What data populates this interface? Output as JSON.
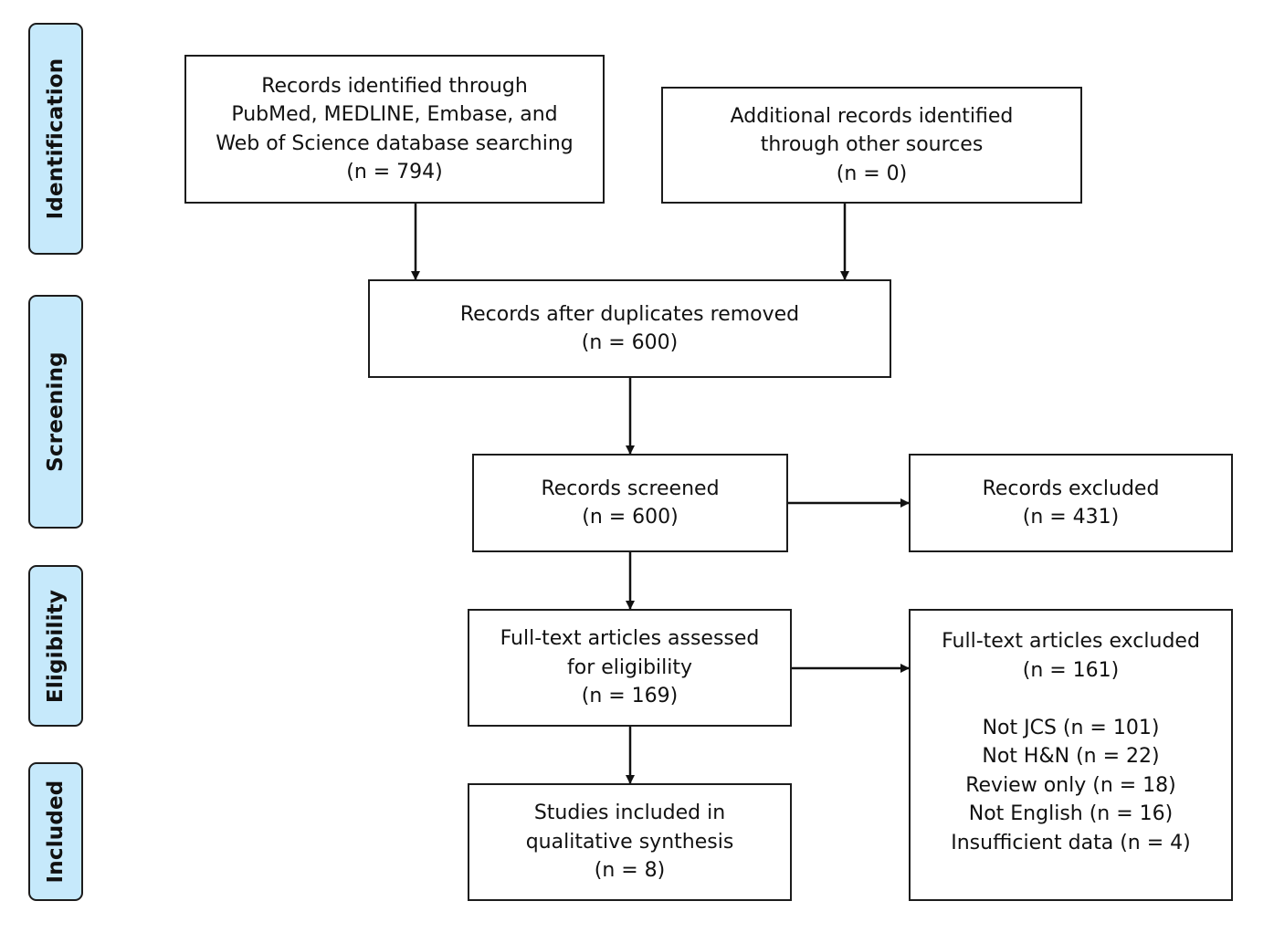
{
  "phases": {
    "identification": "Identification",
    "screening": "Screening",
    "eligibility": "Eligibility",
    "included": "Included"
  },
  "boxes": {
    "database_records": {
      "lines": [
        "Records identified through",
        "PubMed, MEDLINE, Embase, and",
        "Web of Science database searching",
        "(n = 794)"
      ]
    },
    "other_records": {
      "lines": [
        "Additional records identified",
        "through other sources",
        "(n = 0)"
      ]
    },
    "after_duplicates": {
      "lines": [
        "Records after duplicates removed",
        "(n = 600)"
      ]
    },
    "screened": {
      "lines": [
        "Records screened",
        "(n = 600)"
      ]
    },
    "excluded": {
      "lines": [
        "Records excluded",
        "(n = 431)"
      ]
    },
    "full_text_assessed": {
      "lines": [
        "Full-text articles assessed",
        "for eligibility",
        "(n = 169)"
      ]
    },
    "full_text_excluded": {
      "lines": [
        "Full-text articles excluded",
        "(n = 161)"
      ],
      "reasons": [
        "Not JCS (n = 101)",
        "Not H&N (n = 22)",
        "Review only (n = 18)",
        "Not English (n = 16)",
        "Insufficient data (n = 4)"
      ]
    },
    "included_studies": {
      "lines": [
        "Studies included in",
        "qualitative synthesis",
        "(n = 8)"
      ]
    }
  },
  "colors": {
    "phase_fill": "#c6e9fb",
    "stroke": "#1c1c1c"
  }
}
